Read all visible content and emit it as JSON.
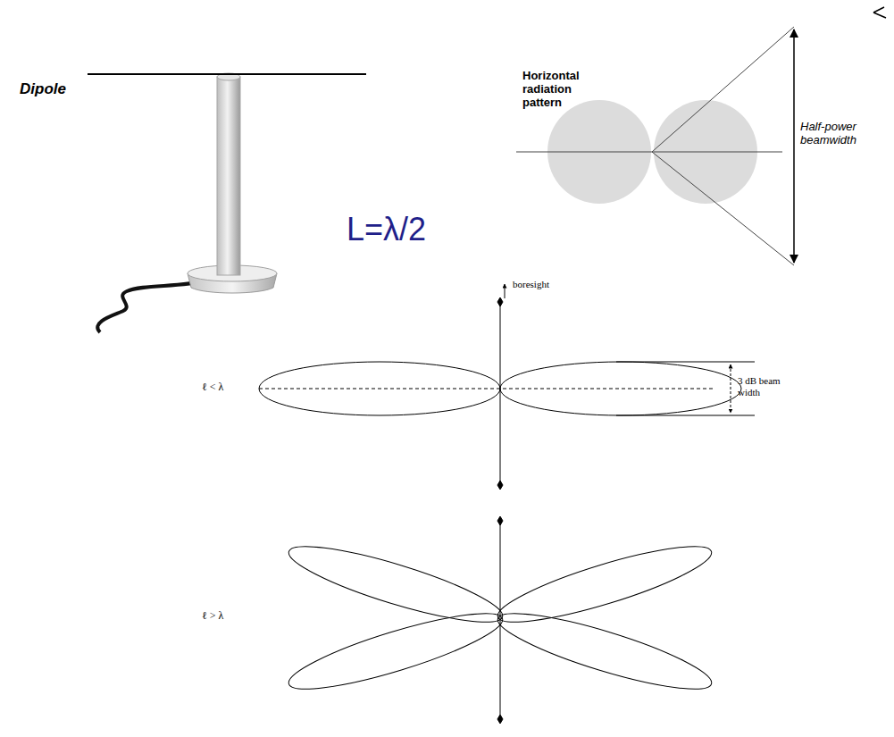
{
  "diagram": {
    "labels": [
      "Dipole",
      "Horizontal radiation pattern",
      "Half-power beamwidth",
      "L=λ/2",
      "boresight",
      "ℓ < λ",
      "3 dB beam width",
      "ℓ > λ"
    ]
  }
}
